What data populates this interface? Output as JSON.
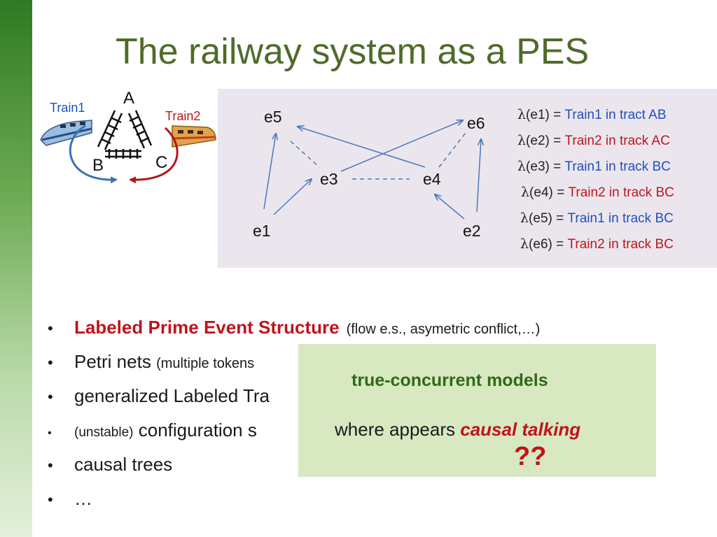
{
  "slide": {
    "title": "The railway system as a PES"
  },
  "railway": {
    "stations": {
      "a": "A",
      "b": "B",
      "c": "C"
    },
    "train1": "Train1",
    "train2": "Train2",
    "colors": {
      "train1": "#3a72b8",
      "train2": "#b8141c"
    },
    "icons": [
      "train1-icon",
      "train2-icon"
    ]
  },
  "events": {
    "e1": "e1",
    "e2": "e2",
    "e3": "e3",
    "e4": "e4",
    "e5": "e5",
    "e6": "e6"
  },
  "labeling": [
    {
      "prefix": "λ",
      "rest": "(e1) = ",
      "value": "Train1 in tract AB",
      "color": "blue"
    },
    {
      "prefix": "λ",
      "rest": "(e2) = ",
      "value": "Train2 in track AC",
      "color": "red"
    },
    {
      "prefix": "λ",
      "rest": "(e3) = ",
      "value": "Train1 in track BC",
      "color": "blue"
    },
    {
      "prefix": "λ",
      "rest": "(e4) = ",
      "value": "Train2 in track BC",
      "color": "red"
    },
    {
      "prefix": "λ",
      "rest": "(e5) = ",
      "value": "Train1 in track BC",
      "color": "blue"
    },
    {
      "prefix": "λ",
      "rest": "(e6) = ",
      "value": "Train2 in track BC",
      "color": "red"
    }
  ],
  "bullets": {
    "b1_main": "Labeled Prime Event Structure",
    "b1_note": "(flow e.s., asymetric conflict,…)",
    "b2_main": "Petri nets",
    "b2_note": "(multiple tokens",
    "b3": "generalized Labeled Tra",
    "b4_note": "(unstable)",
    "b4_main": "configuration s",
    "b5": "causal trees",
    "b6": "…"
  },
  "popup": {
    "heading": "true-concurrent models",
    "where_prefix": "where appears ",
    "where_em": "causal talking",
    "question": "??"
  },
  "colors": {
    "title": "#4f6b2a",
    "panel_bg": "#ebe6ee",
    "popup_bg": "#d8e8c0",
    "accent_red": "#c0141c",
    "accent_blue": "#1f4fbf",
    "heading_green": "#2f6a17"
  }
}
